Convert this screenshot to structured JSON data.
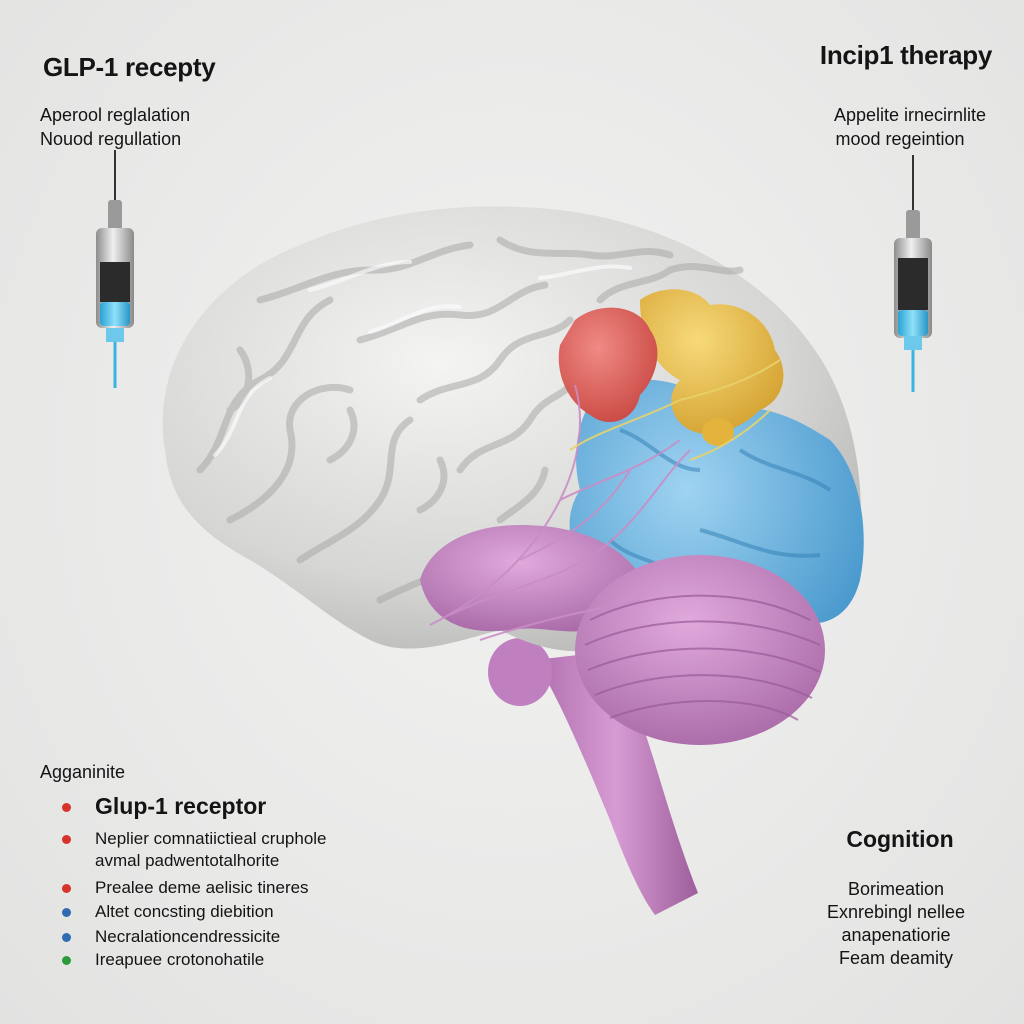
{
  "left_header": {
    "title": "GLP-1 recepty",
    "lines": [
      "Aperool reglalation",
      "Nouod regullation"
    ]
  },
  "right_header": {
    "title": "Incip1 therapy",
    "lines": [
      "Appelite irnecirnlite",
      "mood regeintion"
    ]
  },
  "legend": {
    "heading": "Agganinite",
    "items": [
      {
        "text": "Glup-1 receptor",
        "color": "#d8322a"
      },
      {
        "text": "Neplier comnatiictieal cruphole\navmal padwentotalhorite",
        "color": "#d8322a"
      },
      {
        "text": "Prealee deme aelisic tineres",
        "color": "#d8322a"
      },
      {
        "text": "Altet concsting diebition",
        "color": "#2f6db0"
      },
      {
        "text": "Necralationcendressicite",
        "color": "#2f6db0"
      },
      {
        "text": "Ireapuee crotonohatile",
        "color": "#2c9a3a"
      }
    ]
  },
  "cognition": {
    "title": "Cognition",
    "lines": [
      "Borimeation",
      "Exnrebingl nellee",
      "anapenatiorie",
      "Feam deamity"
    ]
  },
  "colors": {
    "brain_gray": "#d9d9d8",
    "region_red": "#e0655f",
    "region_yellow": "#e8be4c",
    "region_blue": "#6fb6e2",
    "region_purple": "#c88ac6",
    "syringe_liquid": "#5cc4ea"
  },
  "icons": [
    "syringe-icon-left",
    "syringe-icon-right"
  ]
}
